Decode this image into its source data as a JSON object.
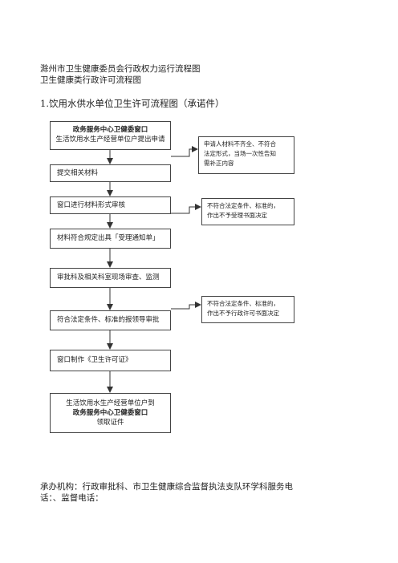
{
  "header": {
    "title_line1": "滁州市卫生健康委员会行政权力运行流程图",
    "title_line2": "卫生健康类行政许可流程图"
  },
  "section": {
    "title": "1.饮用水供水单位卫生许可流程图（承诺件）"
  },
  "flow": {
    "step1_line1": "政务服务中心卫健委窗口",
    "step1_line2": "生活饮用水生产经营单位户提出申请",
    "step2": "提交相关材料",
    "step3": "窗口进行材料形式审核",
    "step4": "材料符合规定出具「受理通知单」",
    "step5": "审批科及相关科室现场审查、监测",
    "step6": "符合法定条件、标准的报领导审批",
    "step7": "窗口制作《卫生许可证》",
    "step8_line1": "生活饮用水生产经营单位户到",
    "step8_line2": "政务服务中心卫健委窗口",
    "step8_line3": "领取证件",
    "side1_line1": "申请人材料不齐全、不符合",
    "side1_line2": "法定形式，当场一次性告知",
    "side1_line3": "需补正内容",
    "side2_line1": "不符合法定条件、标准的，",
    "side2_line2": "作出不予受理书面决定",
    "side3_line1": "不符合法定条件、标准的，",
    "side3_line2": "作出不予行政许可书面决定"
  },
  "footer": {
    "line1": "承办机构：行政审批科、市卫生健康综合监督执法支队环学科服务电",
    "line2": "话：、监督电话："
  }
}
